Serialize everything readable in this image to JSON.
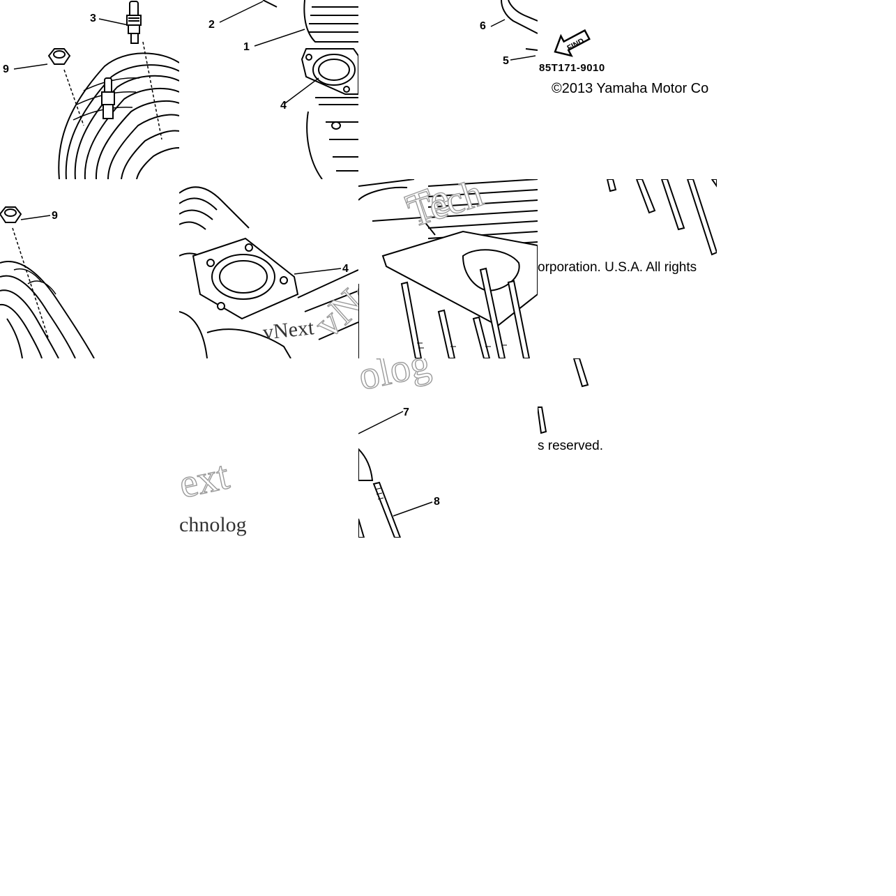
{
  "diagram": {
    "part_code": "85T171-9010",
    "copyright_line_1": "©2013 Yamaha Motor Co",
    "copyright_line_2": "orporation. U.S.A. All rights",
    "copyright_line_3": "s reserved.",
    "find_label": "FIND",
    "watermark_fragments": {
      "wm_next": "ext",
      "wm_technolog": "chnolog",
      "wm_vnext": "vNext",
      "wm_tech": "Tech",
      "wm_logo": "olog",
      "wm_vne": "vNe",
      "wm_te": "Te"
    },
    "callouts": {
      "c1": "1",
      "c2": "2",
      "c3": "3",
      "c4a": "4",
      "c4b": "4",
      "c5": "5",
      "c6": "6",
      "c7": "7",
      "c8": "8",
      "c9a": "9",
      "c9b": "9"
    }
  }
}
